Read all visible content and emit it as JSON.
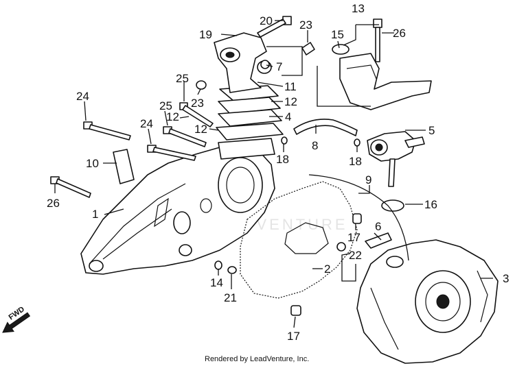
{
  "diagram": {
    "callouts": [
      "1",
      "2",
      "3",
      "4",
      "5",
      "6",
      "7",
      "8",
      "9",
      "10",
      "11",
      "12",
      "12",
      "12",
      "13",
      "14",
      "15",
      "16",
      "17",
      "17",
      "18",
      "18",
      "19",
      "20",
      "21",
      "22",
      "23",
      "23",
      "24",
      "24",
      "25",
      "25",
      "26",
      "26"
    ],
    "watermark": "LEADVENTURE",
    "direction_label": "FWD",
    "credit": "Rendered by LeadVenture, Inc."
  }
}
